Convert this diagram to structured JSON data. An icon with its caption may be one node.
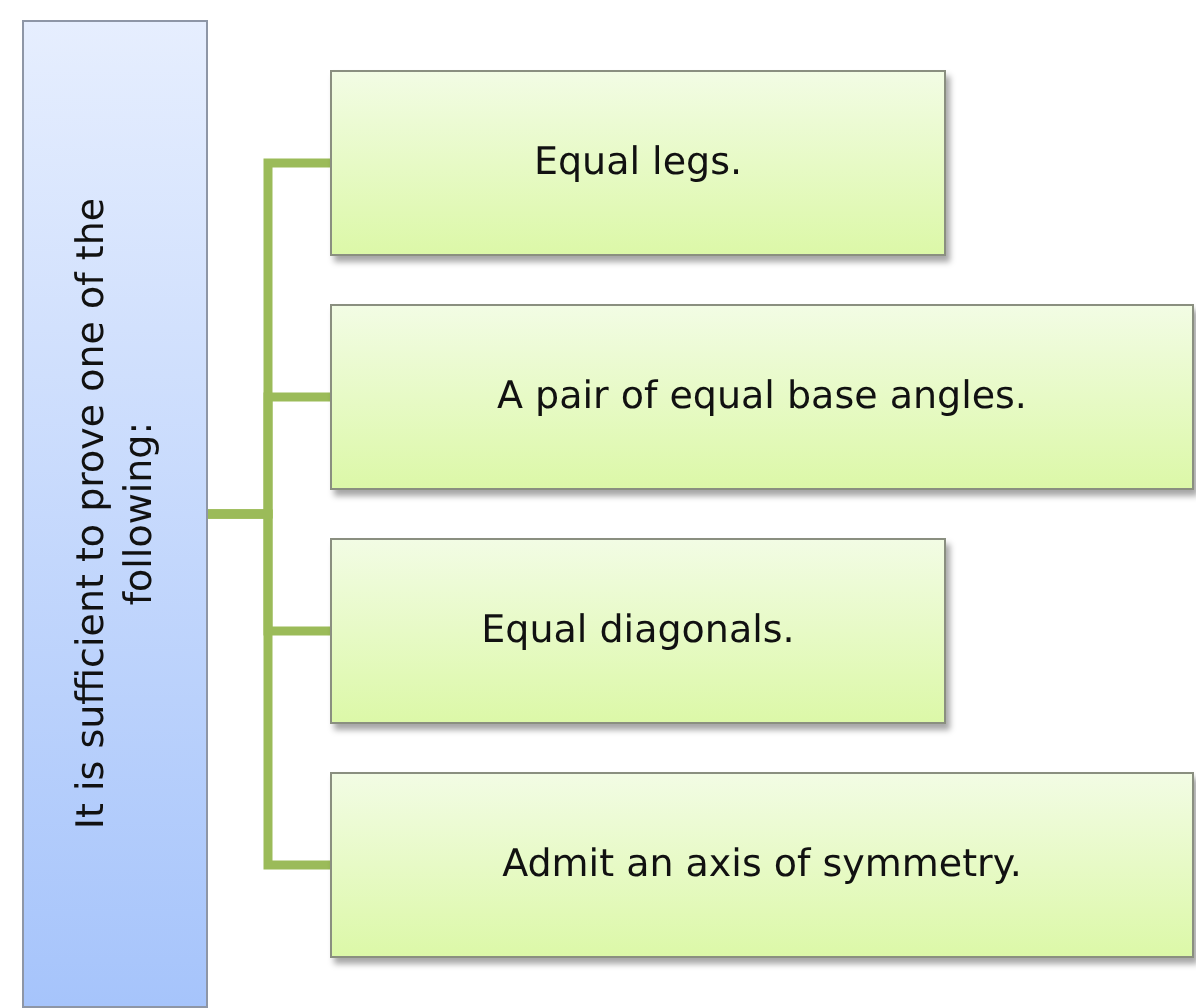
{
  "diagram": {
    "nodes": [
      {
        "text": [
          "It is sufficient to prove one of the following:"
        ]
      },
      {
        "text": [
          "Equal legs."
        ]
      },
      {
        "text": [
          "A pair of equal base angles."
        ]
      },
      {
        "text": [
          "Equal diagonals."
        ]
      },
      {
        "text": [
          "Admit an axis of symmetry."
        ]
      }
    ],
    "edges": [
      {
        "from": 0,
        "to": 1,
        "arrow": "none"
      },
      {
        "from": 0,
        "to": 2,
        "arrow": "none"
      },
      {
        "from": 0,
        "to": 3,
        "arrow": "none"
      },
      {
        "from": 0,
        "to": 4,
        "arrow": "none"
      }
    ]
  }
}
